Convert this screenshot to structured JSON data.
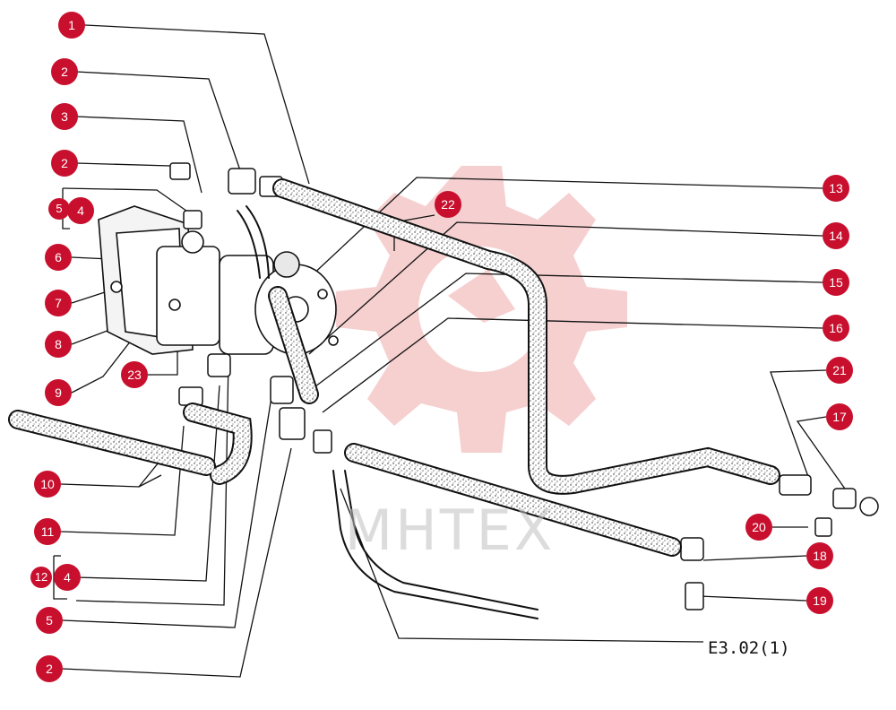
{
  "diagram": {
    "reference_code": "E3.02(1)",
    "watermark_text": "MHTEX",
    "callouts": [
      {
        "label": "1"
      },
      {
        "label": "2"
      },
      {
        "label": "3"
      },
      {
        "label": "2"
      },
      {
        "label": "5"
      },
      {
        "label": "4"
      },
      {
        "label": "6"
      },
      {
        "label": "7"
      },
      {
        "label": "8"
      },
      {
        "label": "9"
      },
      {
        "label": "23"
      },
      {
        "label": "10"
      },
      {
        "label": "11"
      },
      {
        "label": "12"
      },
      {
        "label": "4"
      },
      {
        "label": "5"
      },
      {
        "label": "2"
      },
      {
        "label": "13"
      },
      {
        "label": "22"
      },
      {
        "label": "14"
      },
      {
        "label": "15"
      },
      {
        "label": "16"
      },
      {
        "label": "21"
      },
      {
        "label": "17"
      },
      {
        "label": "20"
      },
      {
        "label": "18"
      },
      {
        "label": "19"
      }
    ]
  },
  "colors": {
    "callout_fill": "#c8102e",
    "callout_text": "#ffffff",
    "line_art": "#111111",
    "watermark_gear": "#f3c0c0",
    "watermark_text": "#c0c0c0"
  }
}
